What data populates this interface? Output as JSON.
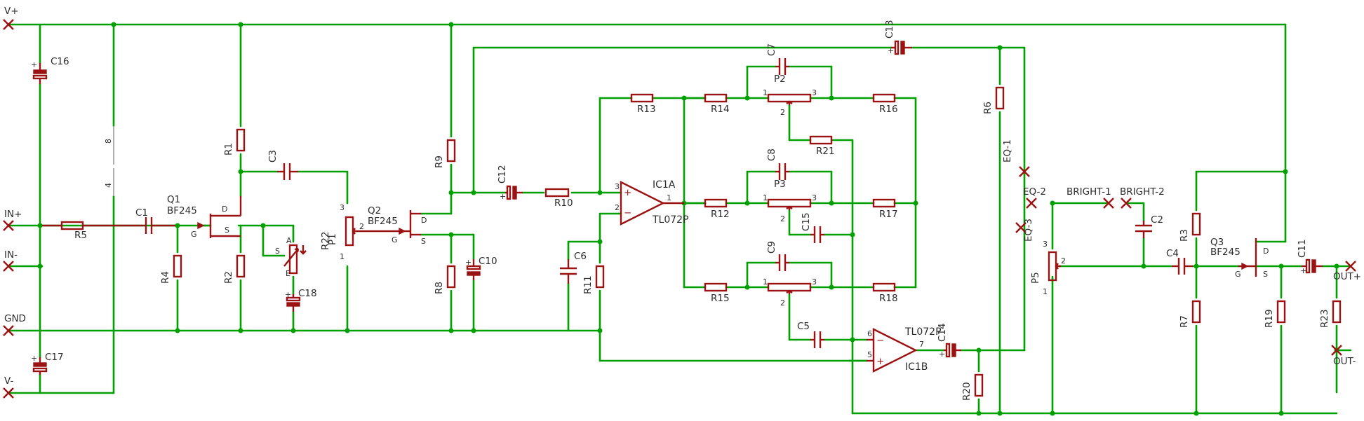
{
  "ports": {
    "vplus": "V+",
    "inplus": "IN+",
    "inminus": "IN-",
    "gnd": "GND",
    "vminus": "V-",
    "outplus": "OUT+",
    "outminus": "OUT-",
    "eq1": "EQ-1",
    "eq2": "EQ-2",
    "eq3": "EQ-3",
    "bright1": "BRIGHT-1",
    "bright2": "BRIGHT-2"
  },
  "resistors": {
    "r1": "R1",
    "r2": "R2",
    "r3": "R3",
    "r4": "R4",
    "r5": "R5",
    "r6": "R6",
    "r7": "R7",
    "r8": "R8",
    "r9": "R9",
    "r10": "R10",
    "r11": "R11",
    "r12": "R12",
    "r13": "R13",
    "r14": "R14",
    "r15": "R15",
    "r16": "R16",
    "r17": "R17",
    "r18": "R18",
    "r19": "R19",
    "r20": "R20",
    "r21": "R21",
    "r22": "R22",
    "r23": "R23"
  },
  "capacitors": {
    "c1": "C1",
    "c2": "C2",
    "c3": "C3",
    "c4": "C4",
    "c5": "C5",
    "c6": "C6",
    "c7": "C7",
    "c8": "C8",
    "c9": "C9",
    "c10": "C10",
    "c11": "C11",
    "c12": "C12",
    "c13": "C13",
    "c14": "C14",
    "c15": "C15",
    "c16": "C16",
    "c17": "C17",
    "c18": "C18"
  },
  "pots": {
    "p1": "P1",
    "p2": "P2",
    "p3": "P3",
    "p5": "P5"
  },
  "transistors": {
    "q1": "Q1",
    "q1v": "BF245",
    "q2": "Q2",
    "q2v": "BF245",
    "q3": "Q3",
    "q3v": "BF245"
  },
  "opamps": {
    "ic1a": "IC1A",
    "ic1av": "TL072P",
    "ic1b": "IC1B",
    "ic1bv": "TL072P"
  },
  "pins": {
    "one": "1",
    "two": "2",
    "three": "3",
    "four": "4",
    "five": "5",
    "six": "6",
    "seven": "7",
    "eight": "8",
    "d": "D",
    "g": "G",
    "s": "S",
    "a": "A",
    "e": "E"
  }
}
